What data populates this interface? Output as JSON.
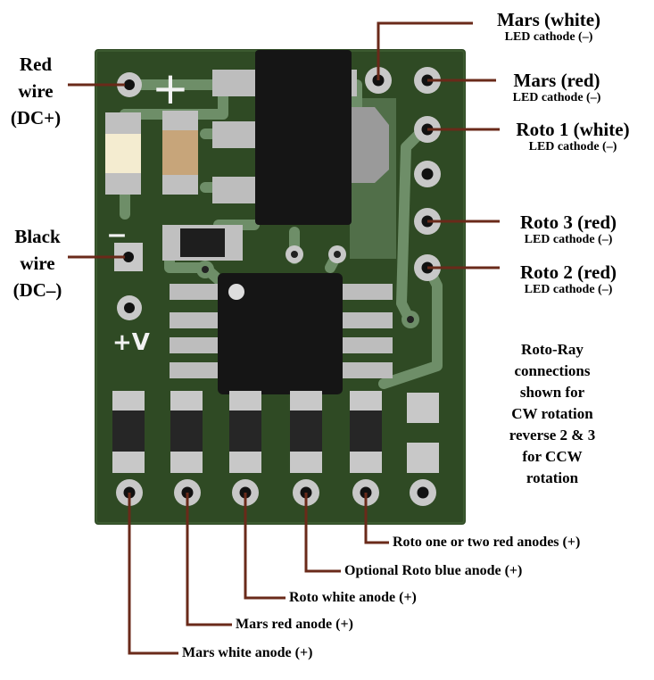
{
  "colors": {
    "board": "#2f4a24",
    "trace": "#6e8e68",
    "pad": "#c8c8c8",
    "chip": "#151515",
    "leader": "#6a2a1a"
  },
  "left": {
    "red_wire": [
      "Red",
      "wire",
      "(DC+)"
    ],
    "black_wire": [
      "Black",
      "wire",
      "(DC–)"
    ]
  },
  "silkscreen": {
    "plus_sign": "+",
    "minus_sign": "–",
    "plus_v": "+V"
  },
  "right": {
    "mars_white": {
      "title": "Mars (white)",
      "sub": "LED cathode (–)"
    },
    "mars_red": {
      "title": "Mars (red)",
      "sub": "LED cathode (–)"
    },
    "roto1_white": {
      "title": "Roto 1 (white)",
      "sub": "LED cathode (–)"
    },
    "roto3_red": {
      "title": "Roto 3 (red)",
      "sub": "LED cathode (–)"
    },
    "roto2_red": {
      "title": "Roto 2 (red)",
      "sub": "LED cathode (–)"
    }
  },
  "note": [
    "Roto-Ray",
    "connections",
    "shown for",
    "CW rotation",
    "reverse 2 & 3",
    "for CCW",
    "rotation"
  ],
  "bottom": {
    "roto_red_anodes": "Roto one or two red anodes (+)",
    "roto_blue_anode": "Optional Roto blue anode (+)",
    "roto_white_anode": "Roto white anode (+)",
    "mars_red_anode": "Mars red anode (+)",
    "mars_white_anode": "Mars white anode (+)"
  }
}
